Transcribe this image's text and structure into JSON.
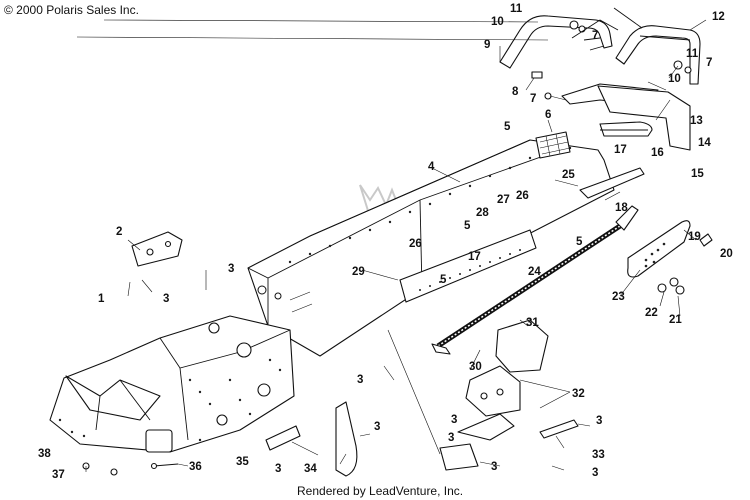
{
  "copyright": "© 2000 Polaris Sales Inc.",
  "footer": "Rendered by LeadVenture, Inc.",
  "callouts": [
    "1",
    "2",
    "3",
    "4",
    "5",
    "6",
    "7",
    "8",
    "9",
    "10",
    "11",
    "12",
    "13",
    "14",
    "15",
    "16",
    "17",
    "18",
    "19",
    "20",
    "21",
    "22",
    "23",
    "24",
    "25",
    "26",
    "27",
    "28",
    "29",
    "30",
    "31",
    "32",
    "33",
    "34",
    "35",
    "36",
    "37",
    "38"
  ],
  "labels": [
    {
      "id": "l11a",
      "text": "11"
    },
    {
      "id": "l10a",
      "text": "10"
    },
    {
      "id": "l7a",
      "text": "7"
    },
    {
      "id": "l9",
      "text": "9"
    },
    {
      "id": "l12",
      "text": "12"
    },
    {
      "id": "l11b",
      "text": "11"
    },
    {
      "id": "l10b",
      "text": "10"
    },
    {
      "id": "l7b",
      "text": "7"
    },
    {
      "id": "l8",
      "text": "8"
    },
    {
      "id": "l7c",
      "text": "7"
    },
    {
      "id": "l13",
      "text": "13"
    },
    {
      "id": "l14",
      "text": "14"
    },
    {
      "id": "l5a",
      "text": "5"
    },
    {
      "id": "l6",
      "text": "6"
    },
    {
      "id": "l16",
      "text": "16"
    },
    {
      "id": "l17a",
      "text": "17"
    },
    {
      "id": "l15",
      "text": "15"
    },
    {
      "id": "l4",
      "text": "4"
    },
    {
      "id": "l25",
      "text": "25"
    },
    {
      "id": "l18",
      "text": "18"
    },
    {
      "id": "l27",
      "text": "27"
    },
    {
      "id": "l26a",
      "text": "26"
    },
    {
      "id": "l28",
      "text": "28"
    },
    {
      "id": "l5b",
      "text": "5"
    },
    {
      "id": "l5c",
      "text": "5"
    },
    {
      "id": "l2",
      "text": "2"
    },
    {
      "id": "l26b",
      "text": "26"
    },
    {
      "id": "l17b",
      "text": "17"
    },
    {
      "id": "l19",
      "text": "19"
    },
    {
      "id": "l20",
      "text": "20"
    },
    {
      "id": "l3a",
      "text": "3"
    },
    {
      "id": "l29",
      "text": "29"
    },
    {
      "id": "l5d",
      "text": "5"
    },
    {
      "id": "l24",
      "text": "24"
    },
    {
      "id": "l1",
      "text": "1"
    },
    {
      "id": "l3b",
      "text": "3"
    },
    {
      "id": "l23",
      "text": "23"
    },
    {
      "id": "l22",
      "text": "22"
    },
    {
      "id": "l21",
      "text": "21"
    },
    {
      "id": "l31",
      "text": "31"
    },
    {
      "id": "l30",
      "text": "30"
    },
    {
      "id": "l3c",
      "text": "3"
    },
    {
      "id": "l32",
      "text": "32"
    },
    {
      "id": "l3d",
      "text": "3"
    },
    {
      "id": "l3e",
      "text": "3"
    },
    {
      "id": "l3f",
      "text": "3"
    },
    {
      "id": "l33",
      "text": "33"
    },
    {
      "id": "l38",
      "text": "38"
    },
    {
      "id": "l35",
      "text": "35"
    },
    {
      "id": "l3g",
      "text": "3"
    },
    {
      "id": "l34",
      "text": "34"
    },
    {
      "id": "l36",
      "text": "36"
    },
    {
      "id": "l37",
      "text": "37"
    },
    {
      "id": "l3h",
      "text": "3"
    },
    {
      "id": "l3i",
      "text": "3"
    }
  ]
}
